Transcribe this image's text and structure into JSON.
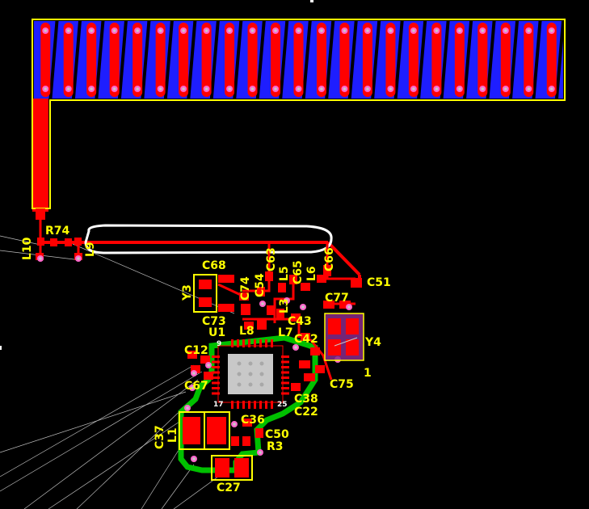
{
  "colors": {
    "background": "#000000",
    "top_copper": "#ff0000",
    "bottom_copper": "#1e1eff",
    "silkscreen": "#ffff00",
    "keepout": "#ffffff",
    "ground_pour": "#00c000",
    "pad_pink": "#ff66cc",
    "via_core": "#c8c8c8",
    "ratsnest": "#c8c8c8"
  },
  "antenna": {
    "strip_count": 23
  },
  "designators": {
    "R74": "R74",
    "L10": "L10",
    "L9": "L9",
    "C68": "C68",
    "Y3": "Y3",
    "C73": "C73",
    "C74": "C74",
    "C54": "C54",
    "C63": "C63",
    "L5": "L5",
    "C65": "C65",
    "L6": "L6",
    "C66": "C66",
    "C51": "C51",
    "L3": "L3",
    "C77": "C77",
    "U1": "U1",
    "L8": "L8",
    "C43": "C43",
    "L7": "L7",
    "C42": "C42",
    "Y4": "Y4",
    "C12": "C12",
    "C67": "C67",
    "C75": "C75",
    "pin1": "1",
    "C38": "C38",
    "C22": "C22",
    "C37": "C37",
    "L1": "L1",
    "C36": "C36",
    "C50": "C50",
    "R3": "R3",
    "C27": "C27",
    "pin9": "9",
    "pin17": "17",
    "pin25": "25"
  }
}
